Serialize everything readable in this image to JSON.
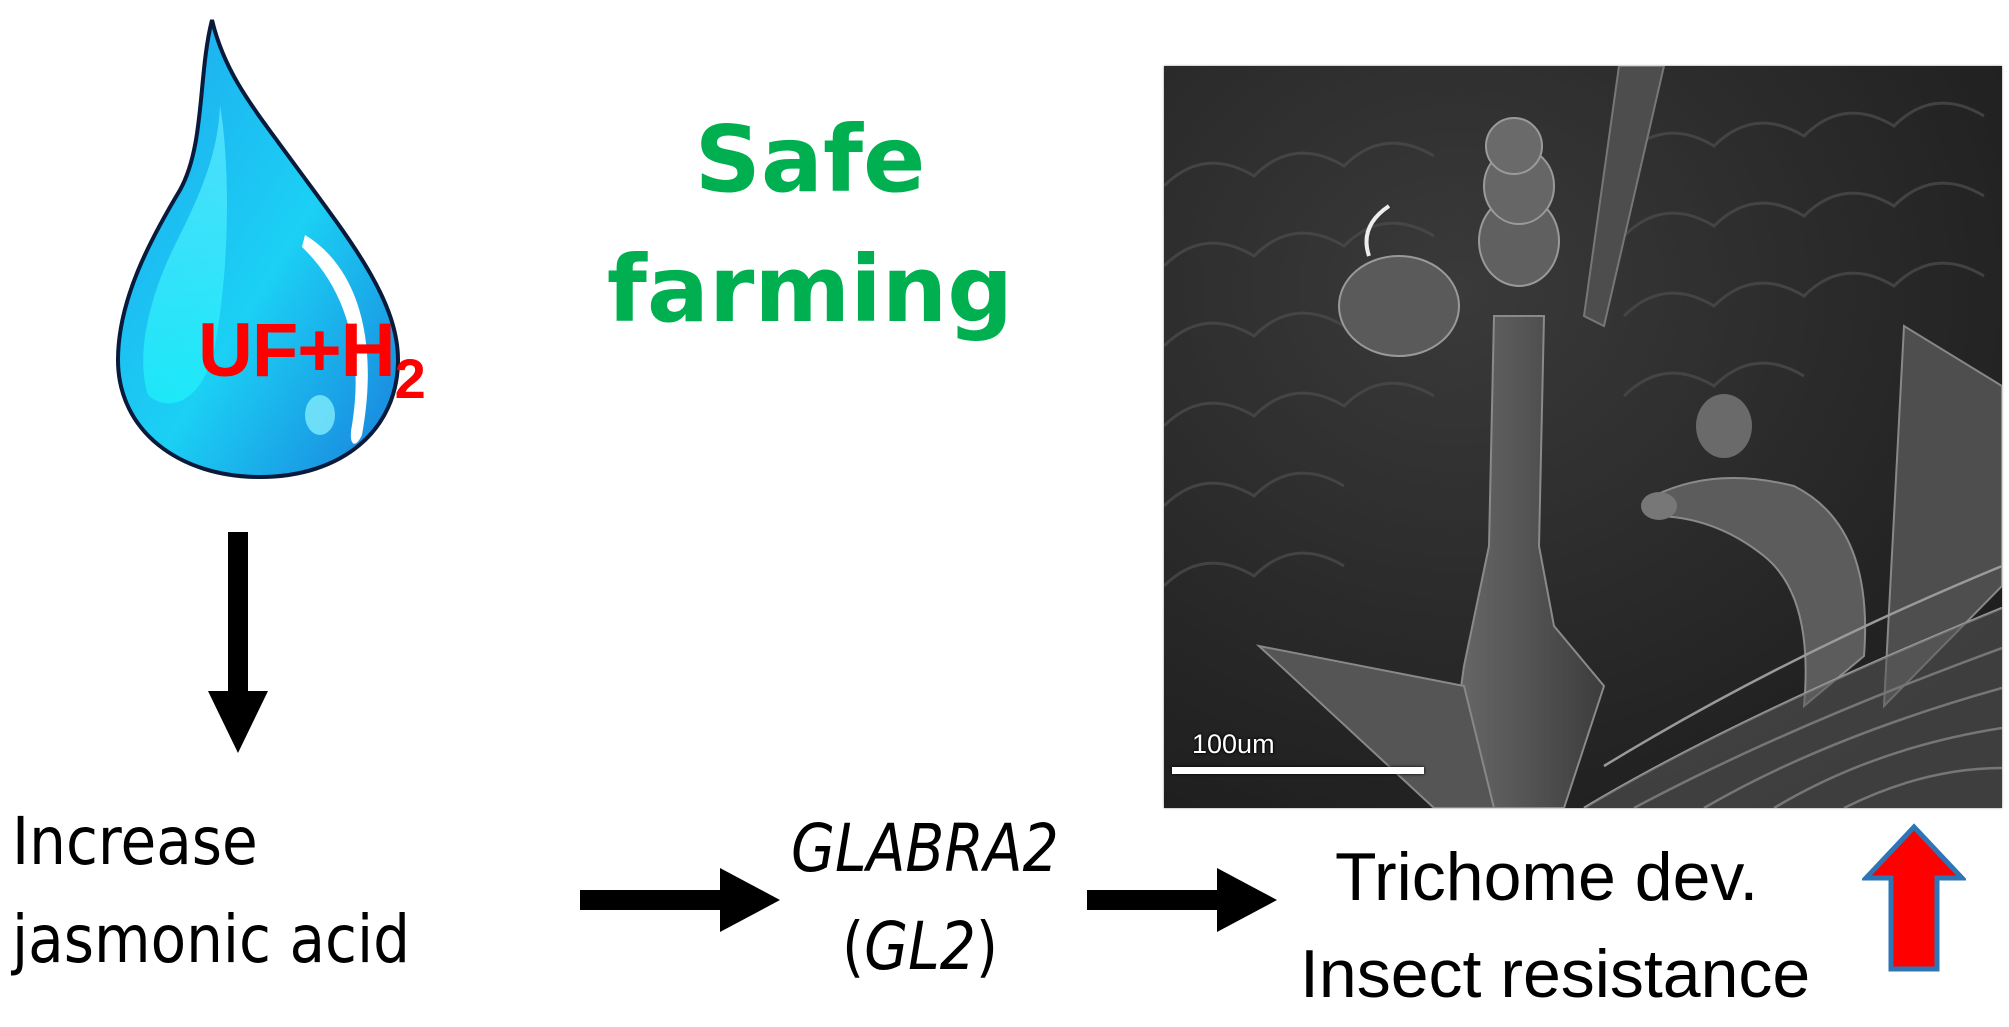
{
  "diagram": {
    "title": {
      "line1": "Safe",
      "line2": "farming",
      "color": "#00b050"
    },
    "droplet": {
      "label_main": "UF+H",
      "label_sub": "2",
      "label_color": "#ff0000",
      "fill_light": "#19e6f5",
      "fill_dark": "#1a88e0",
      "outline": "#0a1a3a"
    },
    "nodes": [
      {
        "id": "jasmonic",
        "line1": "Increase",
        "line2": "jasmonic acid"
      },
      {
        "id": "gl2",
        "line1": "GLABRA2",
        "line2_open": "(",
        "line2_gene": "GL2",
        "line2_close": ")"
      },
      {
        "id": "outcome",
        "line1": "Trichome dev.",
        "line2": "Insect resistance"
      }
    ],
    "arrows": [
      {
        "from": "droplet",
        "to": "jasmonic",
        "direction": "down",
        "color": "#000000"
      },
      {
        "from": "jasmonic",
        "to": "gl2",
        "direction": "right",
        "color": "#000000"
      },
      {
        "from": "gl2",
        "to": "outcome",
        "direction": "right",
        "color": "#000000"
      },
      {
        "from": "outcome",
        "direction": "up",
        "meaning": "increase",
        "fill": "#ff0000",
        "outline": "#2e75b6"
      }
    ],
    "micrograph": {
      "type": "SEM image of leaf trichomes",
      "scale_bar_label": "100um"
    }
  }
}
